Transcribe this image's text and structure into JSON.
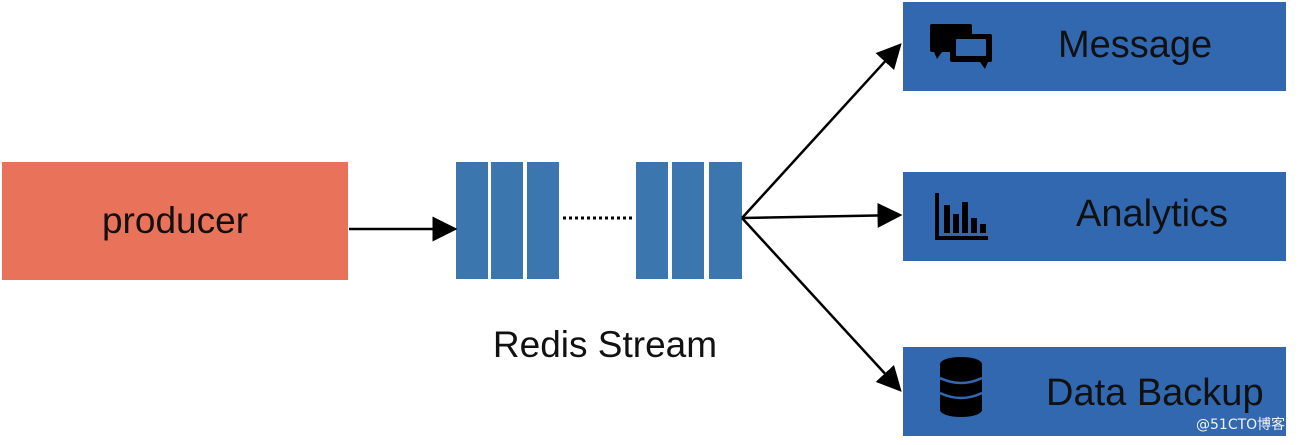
{
  "producer": {
    "label": "producer",
    "color": "#E8735A"
  },
  "stream": {
    "label": "Redis Stream",
    "block_color": "#3B77AE"
  },
  "consumers": {
    "box_color": "#3168B0",
    "message": {
      "label": "Message",
      "icon": "speech-bubbles-icon"
    },
    "analytics": {
      "label": "Analytics",
      "icon": "bar-chart-icon"
    },
    "backup": {
      "label": "Data Backup",
      "icon": "database-icon"
    }
  },
  "watermark": {
    "text": "@51CTO博客"
  }
}
